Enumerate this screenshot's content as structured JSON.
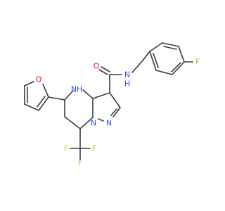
{
  "colors": {
    "bond": "#3c3c3c",
    "O": "#ff0d0d",
    "N": "#3050f8",
    "F": "#90e050"
  },
  "atoms": {
    "furan_O": "O",
    "amide_O": "O",
    "ring_NH": "N",
    "ring_NH_H": "H",
    "pyrazole_N1": "N",
    "pyrazole_N2": "N",
    "amide_N": "N",
    "amide_N_H": "H",
    "para_F": "F",
    "cf3_F1": "F",
    "cf3_F2": "F",
    "cf3_F3": "F"
  }
}
